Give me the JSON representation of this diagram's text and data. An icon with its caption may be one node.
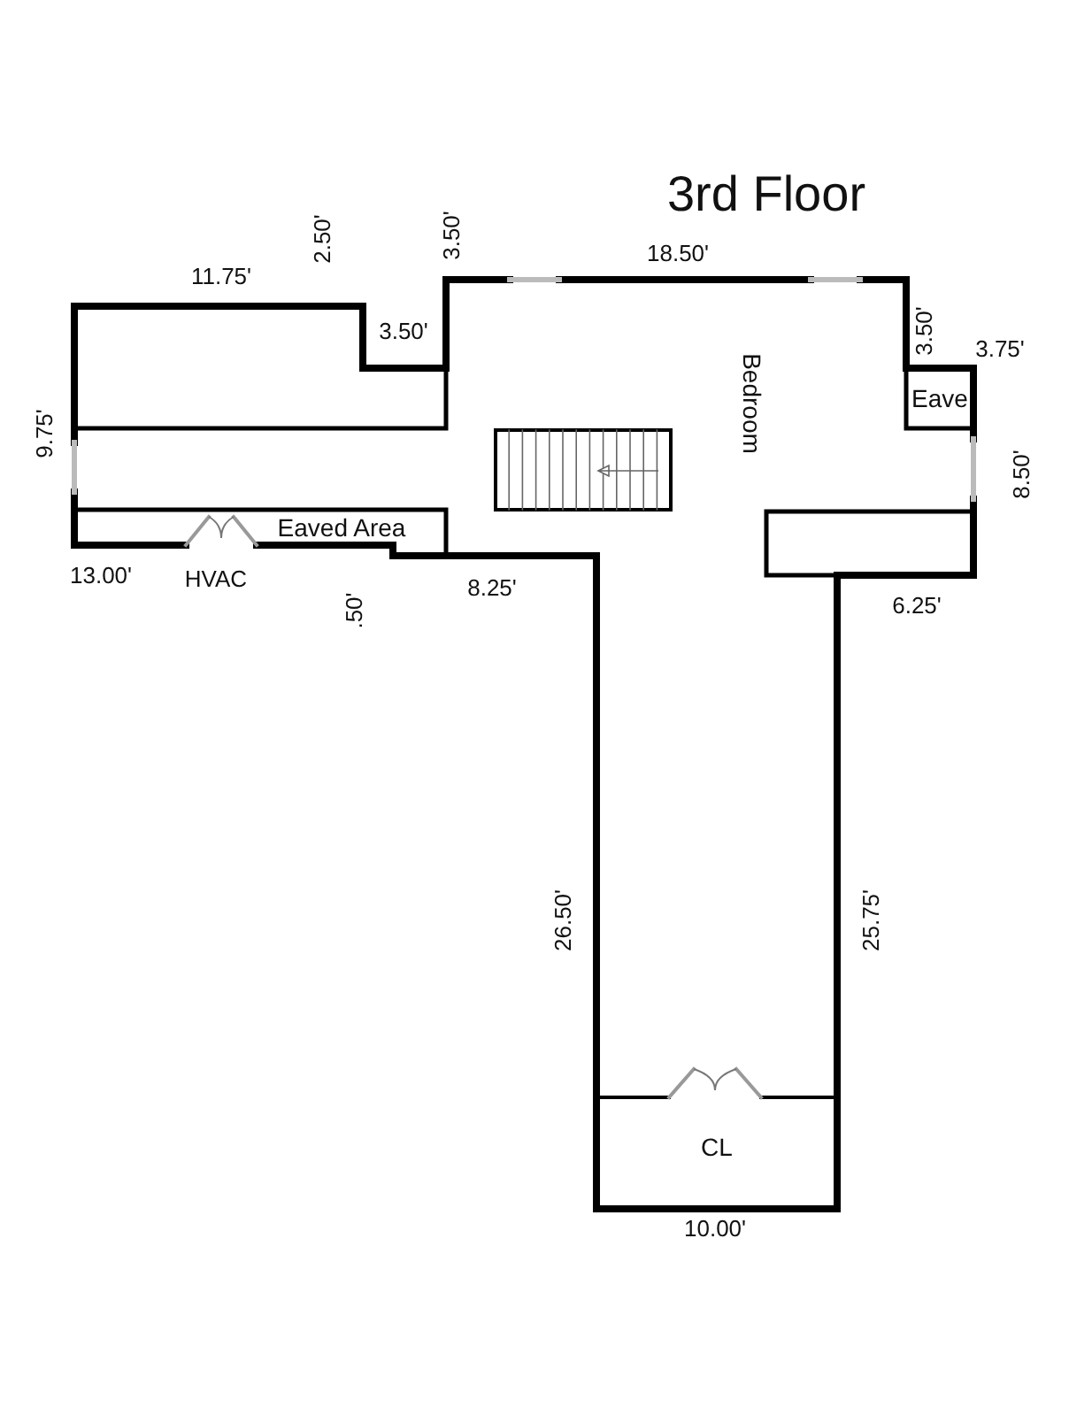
{
  "diagram": {
    "title": "3rd Floor",
    "nodes": [
      {
        "text": [
          "Bedroom"
        ]
      },
      {
        "text": [
          "Eave"
        ]
      },
      {
        "text": [
          "Eaved Area"
        ]
      },
      {
        "text": [
          "CL"
        ]
      }
    ],
    "labels": [
      "2.50'",
      "3.50'",
      "18.50'",
      "11.75'",
      "3.50'",
      "3.50'",
      "3.75'",
      "9.75'",
      "8.50'",
      "13.00'",
      "HVAC",
      "8.25'",
      "6.25'",
      ".50'",
      "26.50'",
      "25.75'",
      "10.00'"
    ]
  }
}
